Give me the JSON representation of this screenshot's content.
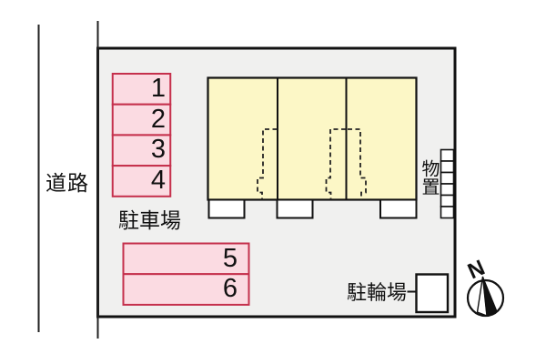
{
  "road": {
    "label": "道路"
  },
  "parking": {
    "label": "駐車場",
    "stall_numbers": [
      "1",
      "2",
      "3",
      "4",
      "5",
      "6"
    ]
  },
  "building": {
    "unit_count": 3
  },
  "storage": {
    "label": "物置",
    "cell_count": 6
  },
  "bicycle": {
    "label": "駐輪場"
  },
  "compass": {
    "north_label": "N"
  },
  "colors": {
    "site_fill": "#F0F0EF",
    "stall_fill": "#FBDBE2",
    "stall_border": "#C5304C",
    "building_fill": "#FCF7C6",
    "line": "#1A1A1A"
  }
}
